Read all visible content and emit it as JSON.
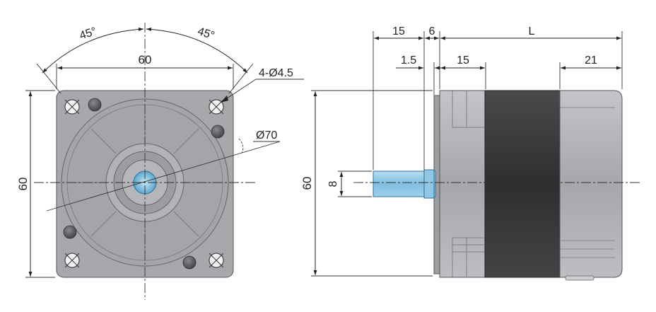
{
  "front_view": {
    "angle_left": "45°",
    "angle_right": "45°",
    "width_label": "60",
    "height_label": "60",
    "hole_label": "4-Ø4.5",
    "circle_label": "Ø70"
  },
  "side_view": {
    "shaft_length_label": "15",
    "flange_label": "6",
    "body_length_label": "L",
    "step_label": "1.5",
    "first_band_label": "15",
    "rear_section_label": "21",
    "shaft_diameter_label": "8",
    "height_label": "60"
  },
  "colors": {
    "body_gray": "#a9aaad",
    "body_dark_band": "#3a3a3c",
    "shaft_blue": "#8cc6e4",
    "line": "#222222"
  }
}
